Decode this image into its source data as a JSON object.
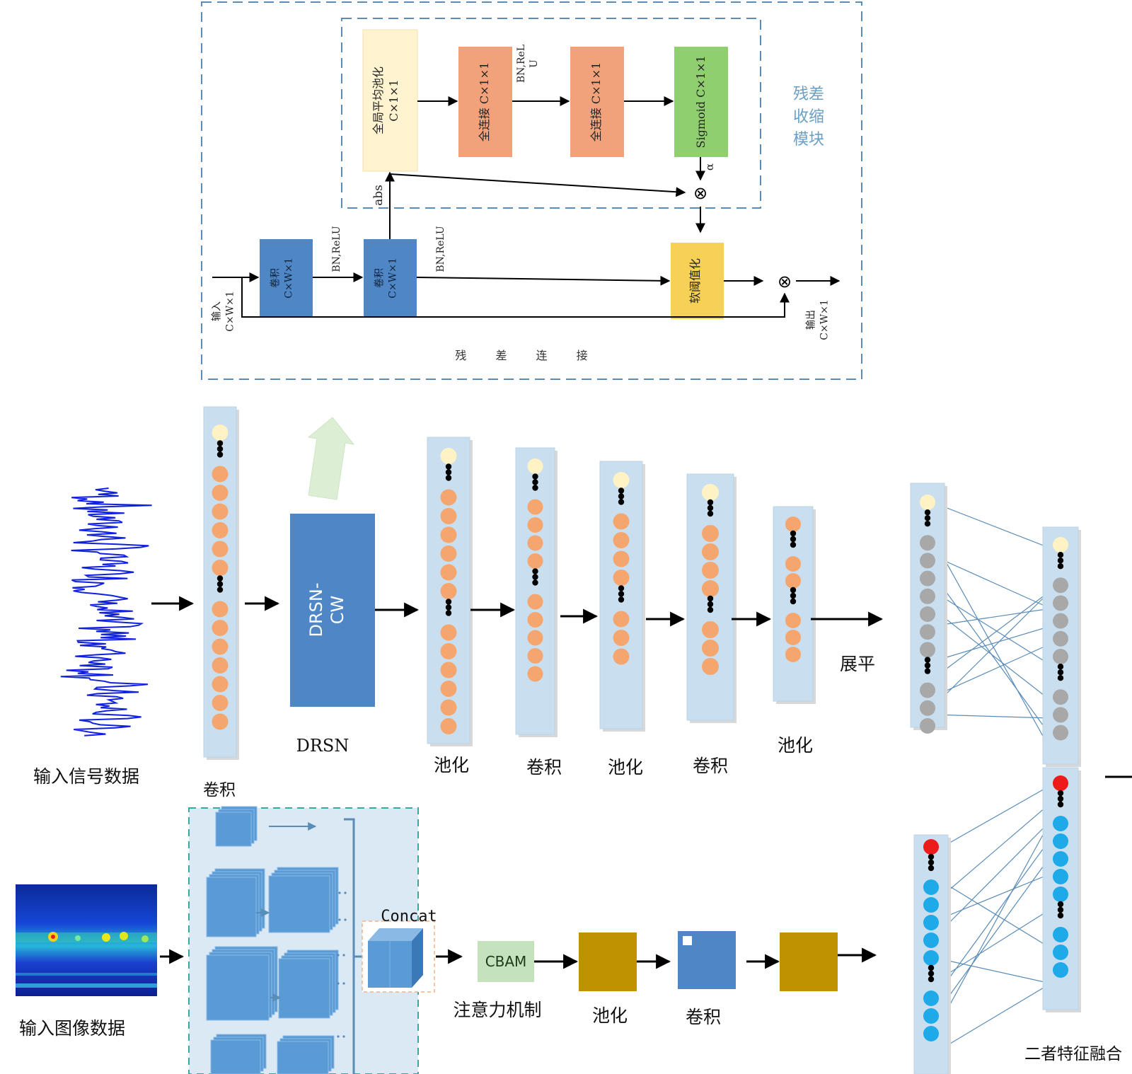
{
  "residual_module": {
    "title": "残差\n收缩\n模块",
    "gap_block": "全局平均池化\nC×1×1",
    "fc1_block": "全连接  C×1×1",
    "bnrelu_top": "BN,ReL\nU",
    "fc2_block": "全连接  C×1×1",
    "sigmoid_block": "Sigmoid C×1×1",
    "alpha_label": "α",
    "abs_label": "abs",
    "conv1_block": "卷积\nC×W×1",
    "conv2_block": "卷积\nC×W×1",
    "bnrelu_1": "BN,ReLU",
    "bnrelu_2": "BN,ReLU",
    "threshold_block": "软阈值化",
    "input_label": "输入\nC×W×1",
    "output_label": "输出\nC×W×1",
    "skip_label": "残 差 连 接",
    "multiply_symbol": "⊗"
  },
  "signal_branch": {
    "input_label": "输入信号数据",
    "conv_label": "卷积",
    "drsn_block": "DRSN-\nCW",
    "drsn_label": "DRSN",
    "pool1_label": "池化",
    "conv2_label": "卷积",
    "pool2_label": "池化",
    "conv3_label": "卷积",
    "pool3_label": "池化",
    "flatten_label": "展平"
  },
  "image_branch": {
    "input_label": "输入图像数据",
    "concat_label": "Concat",
    "cbam_block": "CBAM",
    "attention_label": "注意力机制",
    "pool_label": "池化",
    "conv_label": "卷积"
  },
  "fusion": {
    "label": "二者特征融合"
  },
  "colors": {
    "dash_blue": "#5a8cb8",
    "dash_teal": "#3aa7a0",
    "block_blue": "#4f86c6",
    "fc_orange": "#f2a27a",
    "gap_cream": "#fff3d0",
    "sigmoid_green": "#8fcf6f",
    "threshold_yellow": "#f6d155",
    "title_blue": "#6a9fc4",
    "neuron_orange": "#f5a66e",
    "neuron_cream": "#fff2c4",
    "neuron_gray": "#a8a8a8",
    "neuron_cyan": "#1ea9e8",
    "neuron_red": "#ee1b1b",
    "column_fill": "#c9dff0",
    "pool_gold": "#be9200",
    "cbam_green": "#c4e3bd",
    "signal_blue": "#1020e0"
  }
}
